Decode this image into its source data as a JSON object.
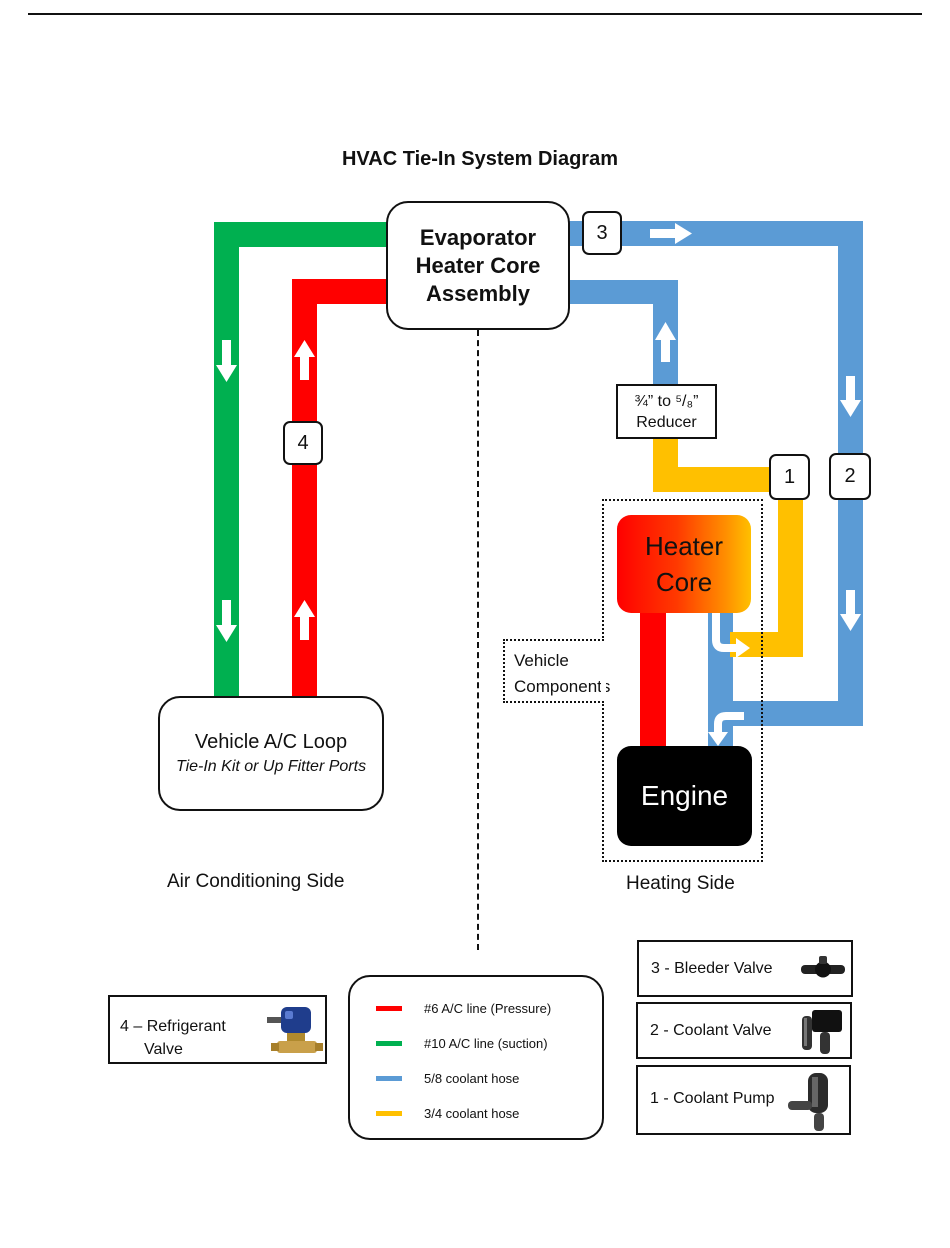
{
  "title": "HVAC Tie-In System Diagram",
  "evaporator": {
    "line1": "Evaporator",
    "line2": "Heater Core",
    "line3": "Assembly"
  },
  "ac_loop": {
    "title": "Vehicle A/C Loop",
    "subtitle": "Tie-In Kit or Up Fitter Ports"
  },
  "heater_core": {
    "line1": "Heater",
    "line2": "Core"
  },
  "engine": "Engine",
  "vehicle_components": {
    "line1": "Vehicle",
    "line2": "Components"
  },
  "reducer": {
    "line1": "¾” to ⁵/₈”",
    "line2": "Reducer"
  },
  "markers": {
    "m1": "1",
    "m2": "2",
    "m3": "3",
    "m4": "4"
  },
  "side_labels": {
    "ac": "Air Conditioning Side",
    "heating": "Heating Side"
  },
  "legend": [
    {
      "label": "#6 A/C line (Pressure)",
      "color": "#ff0000"
    },
    {
      "label": "#10  A/C line (suction)",
      "color": "#00b050"
    },
    {
      "label": "5/8 coolant hose",
      "color": "#5b9bd5"
    },
    {
      "label": "3/4 coolant hose",
      "color": "#ffc000"
    }
  ],
  "parts": {
    "refrigerant_valve": {
      "line1": "4 – Refrigerant",
      "line2": "Valve"
    },
    "bleeder": "3 - Bleeder Valve",
    "coolant_valve": "2 - Coolant Valve",
    "coolant_pump": "1 - Coolant Pump"
  },
  "colors": {
    "red": "#ff0000",
    "green": "#00b050",
    "blue": "#5b9bd5",
    "yellow": "#ffc000"
  }
}
